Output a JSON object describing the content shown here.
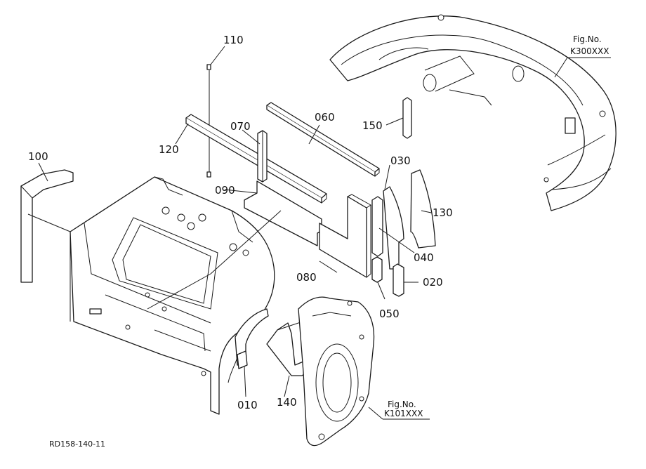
{
  "part_labels": {
    "p010": "010",
    "p020": "020",
    "p030": "030",
    "p040": "040",
    "p050": "050",
    "p060": "060",
    "p070": "070",
    "p080": "080",
    "p090": "090",
    "p100": "100",
    "p110": "110",
    "p120": "120",
    "p130": "130",
    "p140": "140",
    "p150": "150"
  },
  "figure_refs": {
    "top": {
      "line1": "Fig.No.",
      "line2": "K300XXX"
    },
    "bottom": {
      "line1": "Fig.No.",
      "line2": "K101XXX"
    }
  },
  "drawing_code": "RD158-140-11"
}
